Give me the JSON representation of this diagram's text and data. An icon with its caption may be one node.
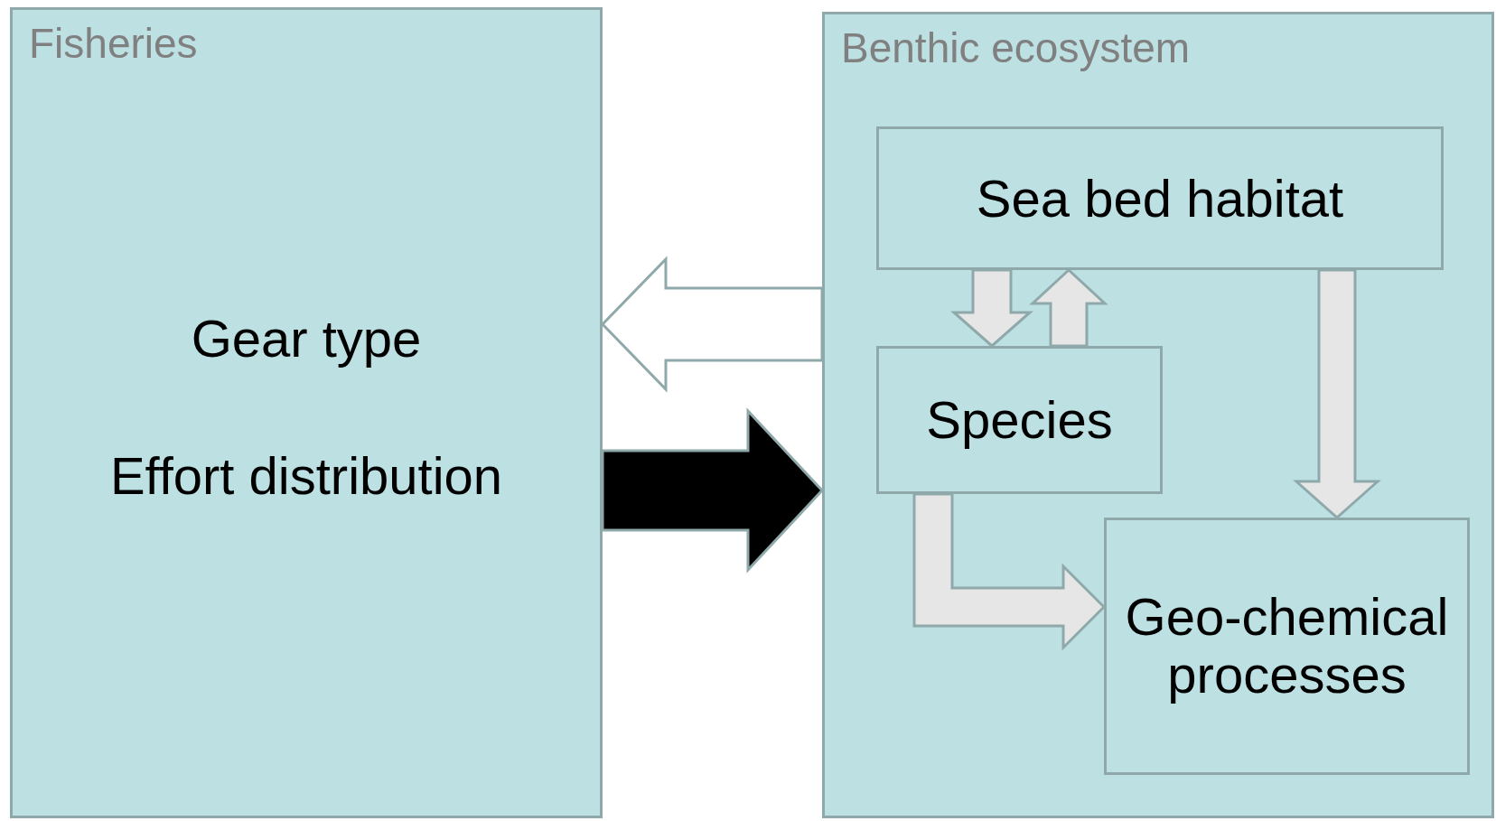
{
  "diagram": {
    "nodes": [
      {
        "text": [
          "Fisheries",
          "Gear type",
          "Effort distribution"
        ]
      },
      {
        "text": [
          "Benthic ecosystem"
        ]
      },
      {
        "text": [
          "Sea bed habitat"
        ],
        "in": 1
      },
      {
        "text": [
          "Species"
        ],
        "in": 1
      },
      {
        "text": [
          "Geo-chemical processes"
        ],
        "in": 1
      }
    ],
    "edges": [
      {
        "from": 1,
        "to": 0,
        "arrow": "to",
        "color": "#ffffff"
      },
      {
        "from": 0,
        "to": 1,
        "arrow": "to",
        "color": "#000000"
      },
      {
        "from": 2,
        "to": 3,
        "arrow": "to"
      },
      {
        "from": 3,
        "to": 2,
        "arrow": "to"
      },
      {
        "from": 2,
        "to": 4,
        "arrow": "to"
      },
      {
        "from": 3,
        "to": 4,
        "arrow": "to"
      }
    ]
  }
}
